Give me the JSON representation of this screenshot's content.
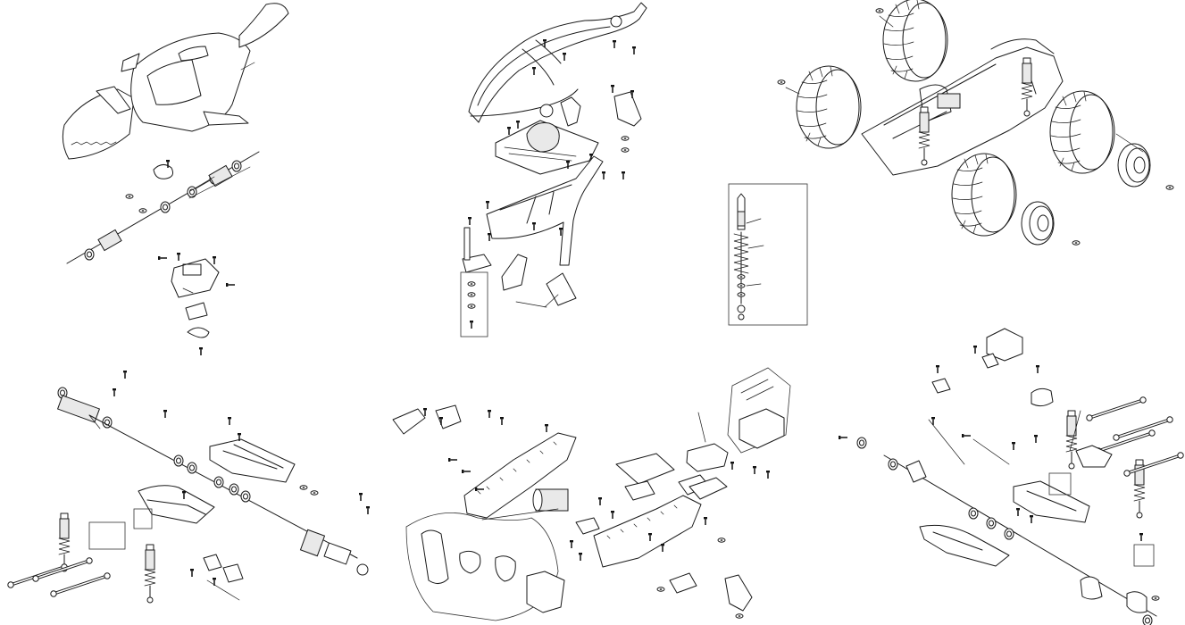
{
  "diagram": {
    "view": "exploded-parts",
    "line_color": "#1a1a1a",
    "background": "#ffffff",
    "panels": [
      {
        "id": "body-shell"
      },
      {
        "id": "roll-cage"
      },
      {
        "id": "shock-absorber-detail"
      },
      {
        "id": "assembled-truck-wheels"
      },
      {
        "id": "front-axle-suspension"
      },
      {
        "id": "chassis-motor-transmission"
      },
      {
        "id": "rear-axle-suspension"
      }
    ]
  }
}
